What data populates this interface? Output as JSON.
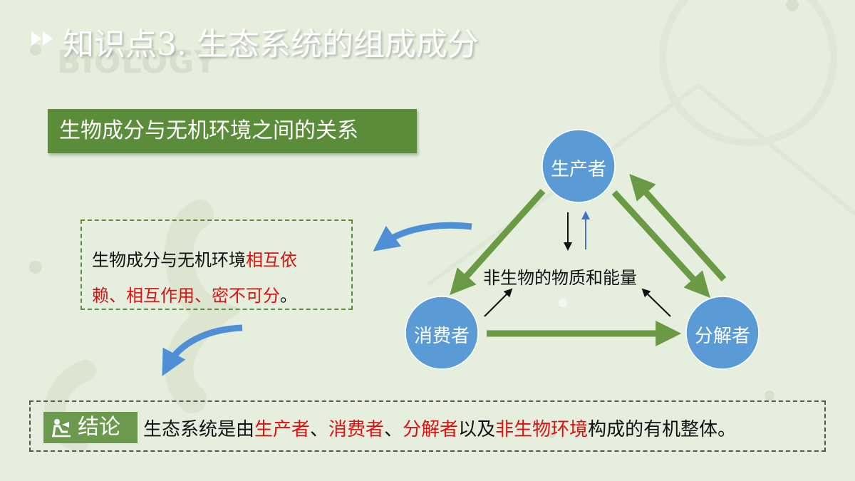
{
  "header": {
    "watermark": "BIOLOGY",
    "title": "知识点3. 生态系统的组成成分"
  },
  "banner": {
    "text": "生物成分与无机环境之间的关系"
  },
  "relation_box": {
    "line1_plain": "生物成分与无机环境",
    "line1_red": "相互依",
    "line2_red": "赖、相互作用、密不可分",
    "line2_end": "。"
  },
  "diagram": {
    "producer": "生产者",
    "consumer": "消费者",
    "decomposer": "分解者",
    "center": "非生物的物质和能量"
  },
  "conclusion": {
    "tag": "结论",
    "t1": "生态系统是由",
    "r1": "生产者",
    "s1": "、",
    "r2": "消费者",
    "s2": "、",
    "r3": "分解者",
    "t2": "以及",
    "r4": "非生物环境",
    "t3": "构成的有机整体。"
  },
  "colors": {
    "background": "#e6eedd",
    "green": "#5b8c3a",
    "node_blue": "#5b9bd5",
    "arrow_green": "#6a9a44",
    "highlight_red": "#e01010",
    "curve_blue": "#4f8fd6"
  }
}
